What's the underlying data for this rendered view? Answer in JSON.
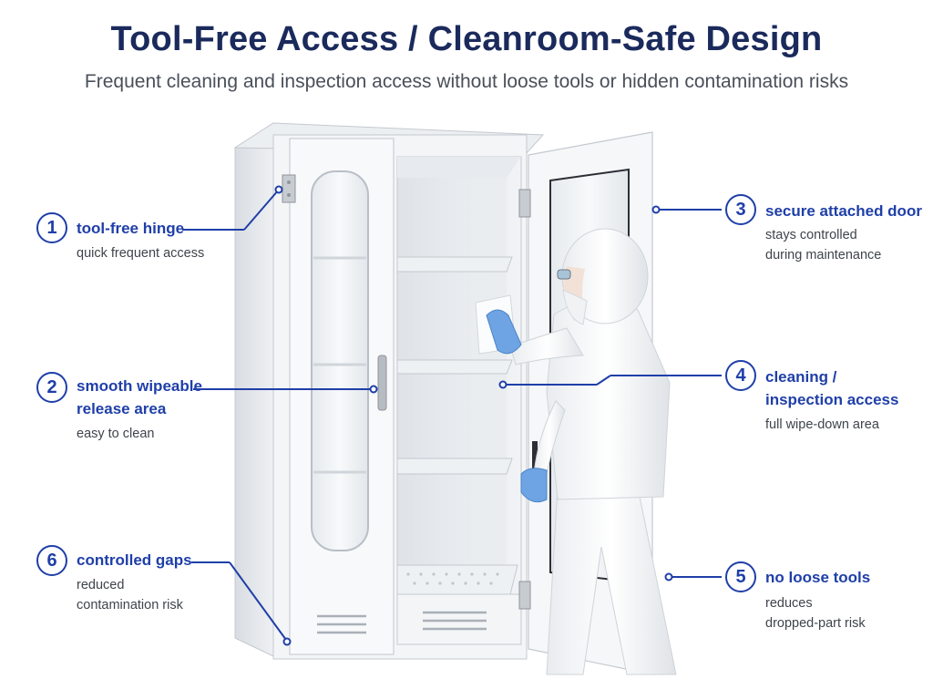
{
  "header": {
    "title": "Tool-Free Access / Cleanroom-Safe Design",
    "subtitle": "Frequent cleaning and inspection access without loose tools or hidden contamination risks"
  },
  "accent_color": "#1f3fa8",
  "title_color": "#1b2a5c",
  "callouts": [
    {
      "number": "1",
      "label_line1": "tool-free hinge",
      "label_line2": "",
      "desc_line1": "quick frequent access",
      "desc_line2": ""
    },
    {
      "number": "2",
      "label_line1": "smooth wipeable",
      "label_line2": "release area",
      "desc_line1": "easy to clean",
      "desc_line2": ""
    },
    {
      "number": "3",
      "label_line1": "secure attached door",
      "label_line2": "",
      "desc_line1": "stays controlled",
      "desc_line2": "during maintenance"
    },
    {
      "number": "4",
      "label_line1": "cleaning /",
      "label_line2": "inspection access",
      "desc_line1": "full wipe-down area",
      "desc_line2": ""
    },
    {
      "number": "5",
      "label_line1": "no loose tools",
      "label_line2": "",
      "desc_line1": "reduces",
      "desc_line2": "dropped-part risk"
    },
    {
      "number": "6",
      "label_line1": "controlled gaps",
      "label_line2": "",
      "desc_line1": "reduced",
      "desc_line2": "contamination risk"
    }
  ],
  "illustration": {
    "cabinet_icon": "cabinet-icon",
    "worker_icon": "cleanroom-worker-icon"
  }
}
